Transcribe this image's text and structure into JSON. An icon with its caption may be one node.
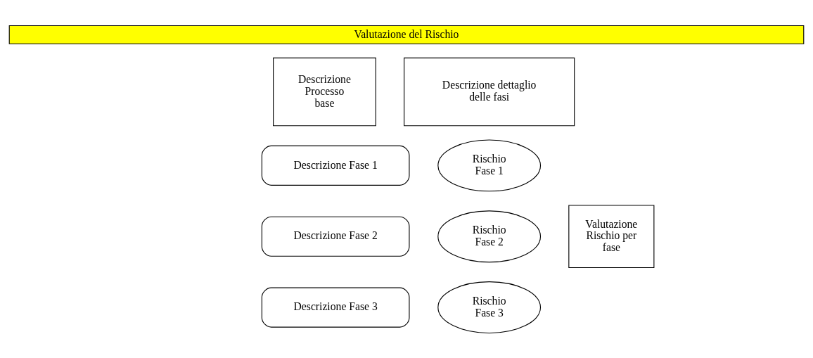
{
  "diagram": {
    "nodes": [
      {
        "text": [
          "Valutazione del Rischio"
        ]
      },
      {
        "text": [
          "Descrizione Processo base"
        ]
      },
      {
        "text": [
          "Descrizione dettaglio delle fasi"
        ]
      },
      {
        "text": [
          "Descrizione Fase 1"
        ]
      },
      {
        "text": [
          "Descrizione Fase 2"
        ]
      },
      {
        "text": [
          "Descrizione Fase 3"
        ]
      },
      {
        "text": [
          "Rischio Fase 1"
        ]
      },
      {
        "text": [
          "Rischio Fase 2"
        ]
      },
      {
        "text": [
          "Rischio Fase 3"
        ]
      },
      {
        "text": [
          "Valutazione Rischio per fase"
        ]
      }
    ],
    "edges": []
  }
}
